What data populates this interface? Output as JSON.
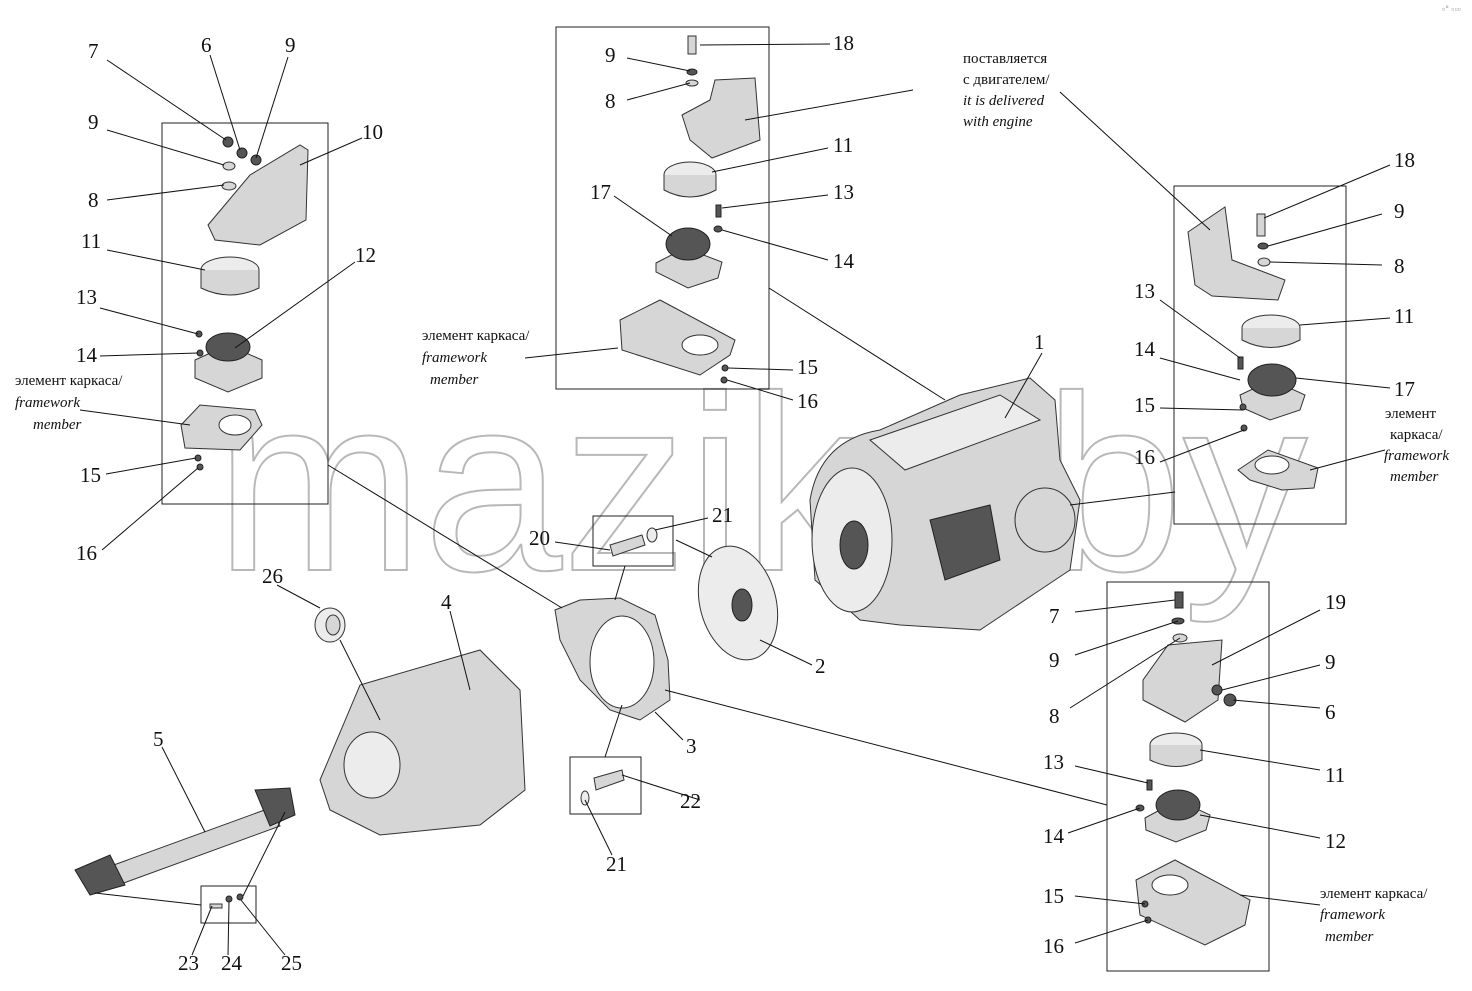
{
  "watermark": "maziky.by",
  "corner_mark": "▫° ▫▫▫",
  "callouts": {
    "n1": "1",
    "n2": "2",
    "n3": "3",
    "n4": "4",
    "n5": "5",
    "n6": "6",
    "n7": "7",
    "n8": "8",
    "n9": "9",
    "n10": "10",
    "n11": "11",
    "n12": "12",
    "n13": "13",
    "n14": "14",
    "n15": "15",
    "n16": "16",
    "n17": "17",
    "n18": "18",
    "n19": "19",
    "n20": "20",
    "n21": "21",
    "n22": "22",
    "n23": "23",
    "n24": "24",
    "n25": "25",
    "n26": "26"
  },
  "labels": {
    "frame_ru": "элемент каркаса/",
    "frame_en_1": "framework",
    "frame_en_2": "member",
    "supplied_ru_1": "поставляется",
    "supplied_ru_2": "с двигателем/",
    "supplied_en_1": "it is delivered",
    "supplied_en_2": "with engine"
  }
}
